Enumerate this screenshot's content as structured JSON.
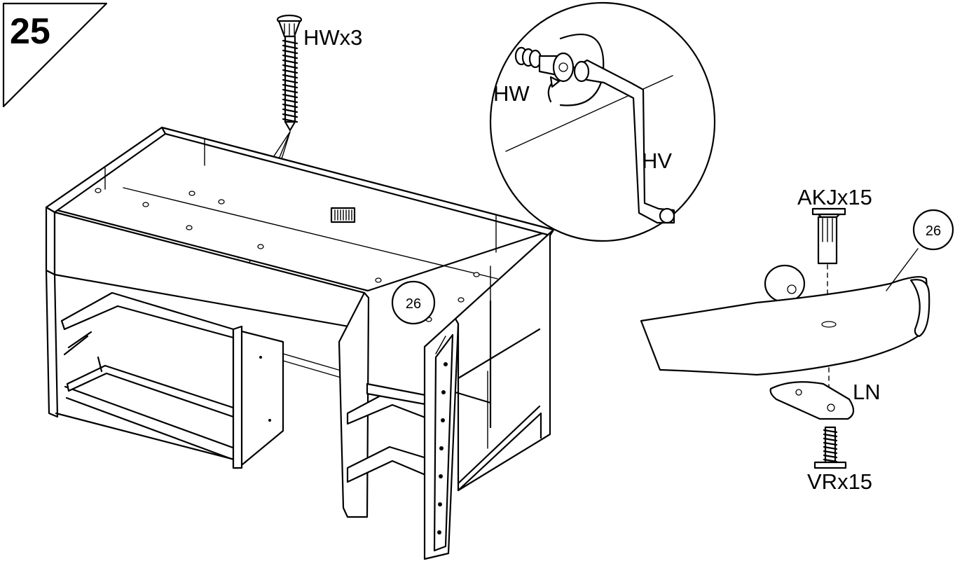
{
  "step": {
    "number": "25"
  },
  "labels": {
    "hw_x3": "HWx3",
    "hw": "HW",
    "hv": "HV",
    "akj_x15": "AKJx15",
    "ln": "LN",
    "vr_x15": "VRx15"
  },
  "callouts": {
    "part_on_bed": "26",
    "part_detail": "26"
  }
}
